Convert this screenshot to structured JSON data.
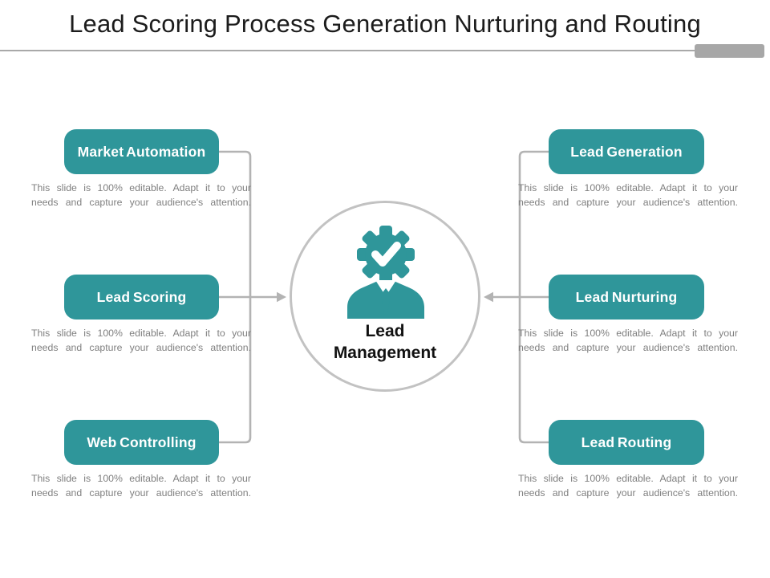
{
  "slide": {
    "title": "Lead Scoring Process Generation Nurturing and Routing",
    "caption_line1": "This slide is 100% editable. Adapt it to your",
    "caption_line2": "needs and capture your audience's attention.",
    "left_items": [
      {
        "label": "Market Automation"
      },
      {
        "label": "Lead Scoring"
      },
      {
        "label": "Web Controlling"
      }
    ],
    "right_items": [
      {
        "label": "Lead Generation"
      },
      {
        "label": "Lead Nurturing"
      },
      {
        "label": "Lead Routing"
      }
    ],
    "center": {
      "line1": "Lead",
      "line2": "Management",
      "icon": "manager-gear-check-icon"
    },
    "colors": {
      "shape_teal": "#2f969a",
      "connector_gray": "#b3b3b3",
      "caption_gray": "#7f7f7f",
      "circle_border_gray": "#c2c2c2",
      "accent_bar_gray": "#a7a7a7",
      "title_black": "#1c1c1c"
    }
  }
}
